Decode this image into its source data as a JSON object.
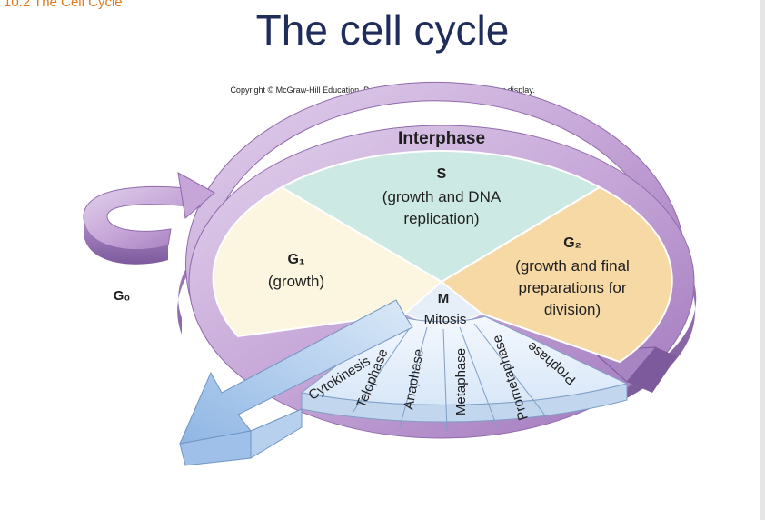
{
  "header": {
    "section_label": "10.2 The Cell Cycle",
    "title": "The cell cycle",
    "copyright": "Copyright © McGraw-Hill Education. Permission required for reproduction or display."
  },
  "diagram": {
    "interphase_label": "Interphase",
    "g0_label": "G₀",
    "s_phase": {
      "letter": "S",
      "line1": "(growth and DNA",
      "line2": "replication)"
    },
    "g1_phase": {
      "letter": "G₁",
      "line1": "(growth)"
    },
    "g2_phase": {
      "letter": "G₂",
      "line1": "(growth and final",
      "line2": "preparations for",
      "line3": "division)"
    },
    "m_phase": {
      "letter": "M",
      "mitosis_label": "Mitosis"
    },
    "mitosis_stages": [
      "Cytokinesis",
      "Telophase",
      "Anaphase",
      "Metaphase",
      "Prometaphase",
      "Prophase"
    ],
    "colors": {
      "s": "#cde9e3",
      "g1": "#fcf6e0",
      "g2": "#f7d9a6",
      "ring": "#c9a9d8",
      "arrow": "#a8c8ec",
      "title": "#1f2d5c",
      "section": "#e07a20"
    }
  }
}
